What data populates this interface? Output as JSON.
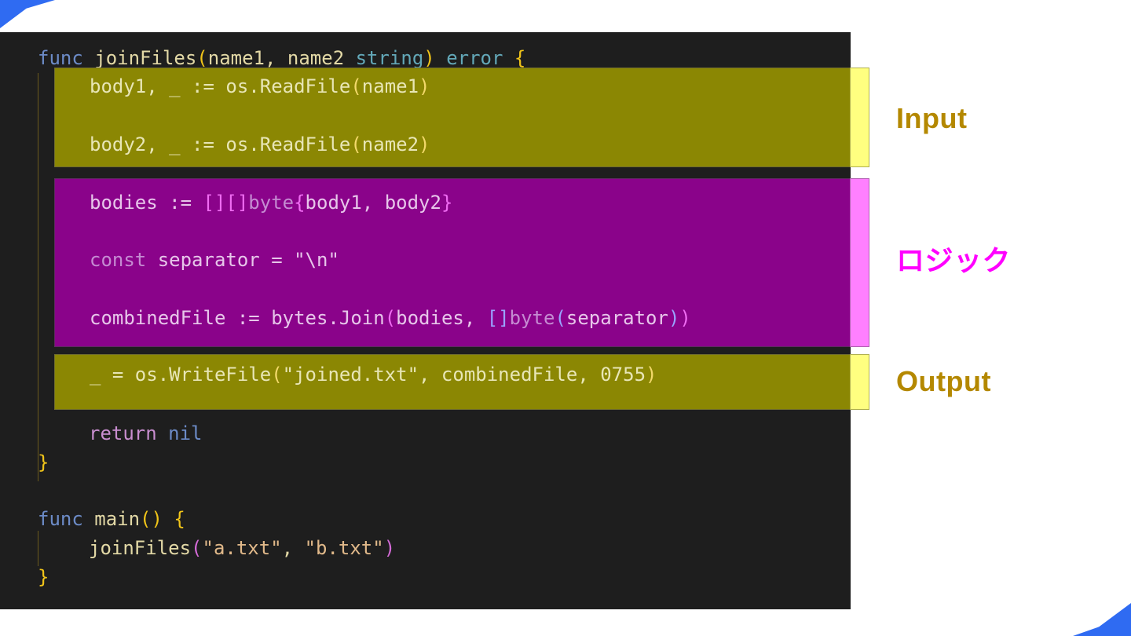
{
  "colors": {
    "accent_blue": "#2f6bf2",
    "editor_bg": "#1e1e1e",
    "input_highlight": "#9b9600",
    "logic_highlight": "#960096",
    "input_label": "#b48800",
    "logic_label": "#ff00ff"
  },
  "code": {
    "func_kw": "func",
    "join_name": "joinFiles",
    "params": "name1, name2",
    "param_type": "string",
    "return_type": "error",
    "open_brace": "{",
    "close_brace": "}",
    "line_body1": "body1, _ := os.ReadFile",
    "arg_name1": "name1",
    "line_body2": "body2, _ := os.ReadFile",
    "arg_name2": "name2",
    "bodies_lhs": "bodies := ",
    "bodies_type": "[][]byte",
    "bodies_vals": "body1, body2",
    "const_kw": "const",
    "separator_decl": " separator = ",
    "separator_val": "\"\\n\"",
    "combined_lhs": "combinedFile := bytes.Join",
    "combined_args1": "bodies, ",
    "combined_type": "[]byte",
    "combined_arg": "separator",
    "write_lhs": "_ = os.WriteFile",
    "write_str": "\"joined.txt\"",
    "write_mid": ", combinedFile, ",
    "write_perm": "0755",
    "return_kw": "return",
    "return_val": " nil",
    "main_name": "main",
    "main_call": "joinFiles",
    "arg_a": "\"a.txt\"",
    "arg_b": "\"b.txt\"",
    "comma": ", "
  },
  "labels": {
    "input": "Input",
    "logic": "ロジック",
    "output": "Output"
  }
}
